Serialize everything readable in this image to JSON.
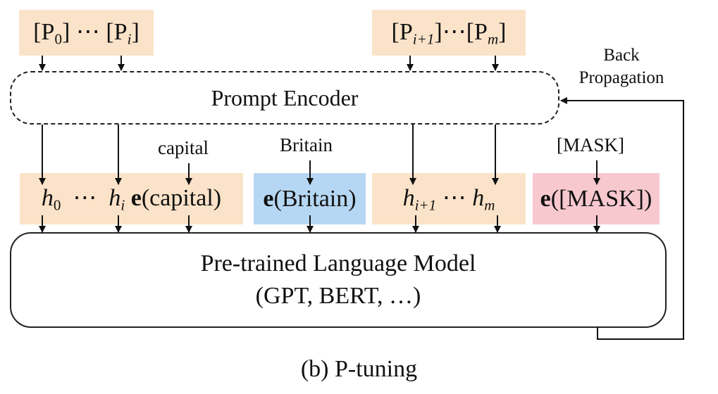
{
  "diagram": {
    "prompt_tokens_left": {
      "p0": "P",
      "p0_sub": "0",
      "dots": "⋯",
      "pi": "P",
      "pi_sub": "i"
    },
    "prompt_tokens_right": {
      "p1": "P",
      "p1_sub": "i+1",
      "dots": "⋯",
      "pm": "P",
      "pm_sub": "m"
    },
    "back_propagation": {
      "line1": "Back",
      "line2": "Propagation"
    },
    "prompt_encoder": "Prompt Encoder",
    "inputs": {
      "capital": "capital",
      "britain": "Britain",
      "mask": "[MASK]"
    },
    "embeddings": {
      "h0": "h",
      "h0_sub": "0",
      "dots1": "⋯",
      "hi": "h",
      "hi_sub": "i",
      "e_bold": "e",
      "e_capital": "(capital)",
      "e_britain": "(Britain)",
      "hi1": "h",
      "hi1_sub": "i+1",
      "dots2": "⋯",
      "hm": "h",
      "hm_sub": "m",
      "e_mask": "([MASK])"
    },
    "plm": {
      "line1": "Pre-trained Language Model",
      "line2": "(GPT, BERT, …)"
    },
    "caption": "(b) P-tuning"
  },
  "colors": {
    "peach": "#fbe3c9",
    "blue": "#b6d7f3",
    "pink": "#f8c8cf"
  }
}
